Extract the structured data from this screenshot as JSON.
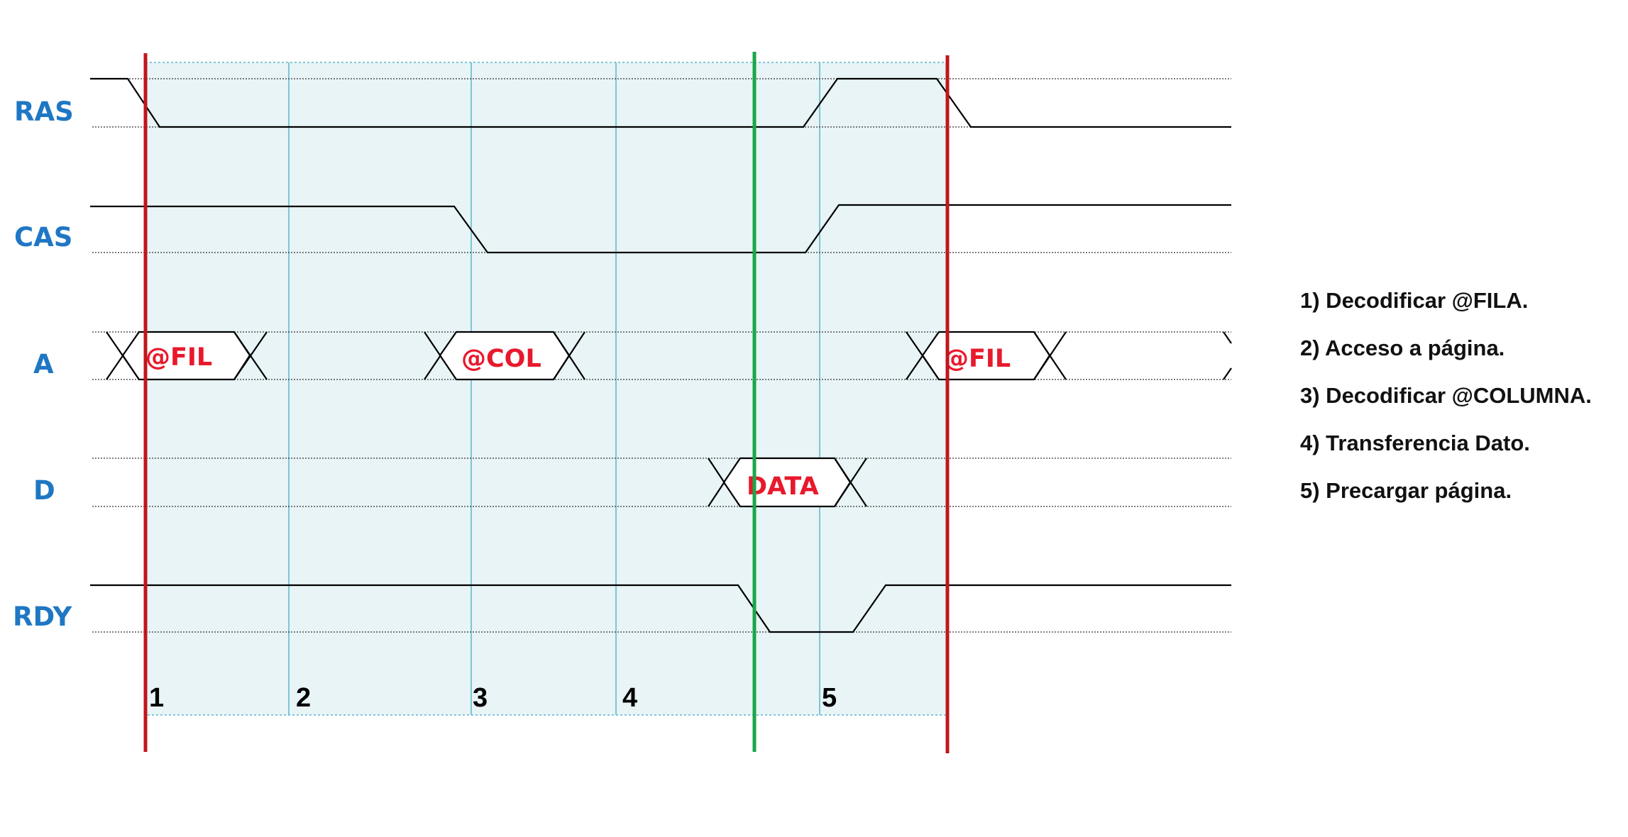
{
  "signals": [
    {
      "id": "ras",
      "label": "RAS"
    },
    {
      "id": "cas",
      "label": "CAS"
    },
    {
      "id": "a",
      "label": "A"
    },
    {
      "id": "d",
      "label": "D"
    },
    {
      "id": "rdy",
      "label": "RDY"
    }
  ],
  "bus_values": {
    "a_first": "@FIL",
    "a_col": "@COL",
    "a_second": "@FIL",
    "d_data": "DATA"
  },
  "phases": [
    "1",
    "2",
    "3",
    "4",
    "5"
  ],
  "legend": [
    "1) Decodificar @FILA.",
    "2) Acceso a página.",
    "3) Decodificar @COLUMNA.",
    "4) Transferencia Dato.",
    "5) Precargar página."
  ],
  "colors": {
    "signal_label": "#1f77c4",
    "bus_text": "#e8192c",
    "cycle_marker": "#c0161d",
    "data_marker": "#1aa64a",
    "phase_fill": "#e8f4f6",
    "phase_divider": "#5bb7cc"
  }
}
